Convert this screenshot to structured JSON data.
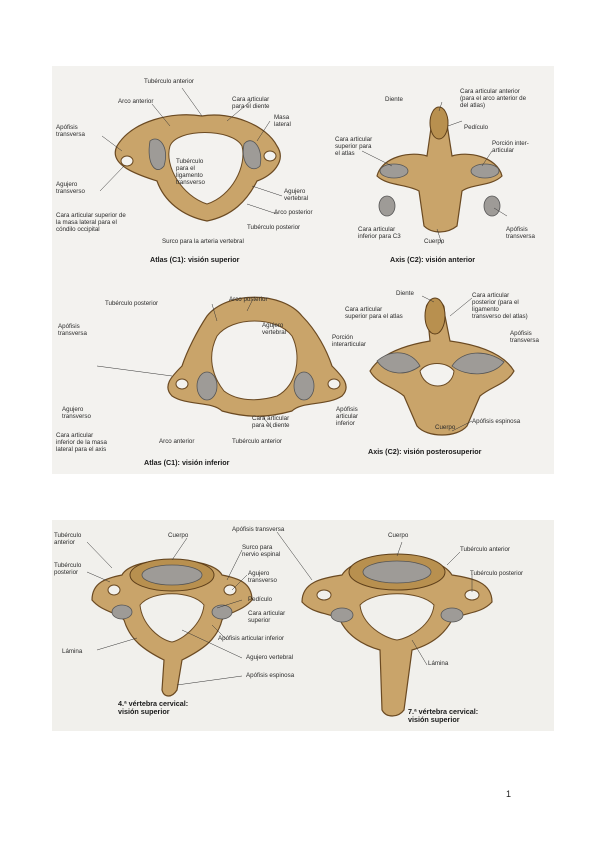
{
  "plate1": {
    "atlas_superior": {
      "caption": "Atlas (C1): visión superior",
      "labels": {
        "tuberculo_anterior": "Tubérculo anterior",
        "arco_anterior": "Arco anterior",
        "cara_articular_diente": "Cara articular\npara el diente",
        "masa_lateral": "Masa\nlateral",
        "apofisis_transversa": "Apófisis\ntransversa",
        "tuberculo_ligamento": "Tubérculo\npara el\nligamento\ntransverso",
        "agujero_transverso": "Agujero\ntransverso",
        "agujero_vertebral": "Agujero\nvertebral",
        "arco_posterior": "Arco posterior",
        "cara_articular_superior": "Cara articular superior de\nla masa lateral para el\ncóndilo occipital",
        "tuberculo_posterior": "Tubérculo posterior",
        "surco_arteria": "Surco para la arteria vertebral"
      }
    },
    "axis_anterior": {
      "caption": "Axis (C2): visión anterior",
      "labels": {
        "diente": "Diente",
        "cara_articular_anterior": "Cara articular anterior\n(para el arco anterior de\ndel atlas)",
        "pediculo": "Pedículo",
        "cara_articular_superior": "Cara articular\nsuperior para\nel atlas",
        "porcion_interarticular": "Porción inter-\narticular",
        "cara_articular_inferior": "Cara articular\ninferior para C3",
        "cuerpo": "Cuerpo",
        "apofisis_transversa": "Apófisis\ntransversa"
      }
    },
    "atlas_inferior": {
      "caption": "Atlas (C1): visión inferior",
      "labels": {
        "tuberculo_posterior": "Tubérculo posterior",
        "arco_posterior": "Arco posterior",
        "apofisis_transversa": "Apófisis\ntransversa",
        "agujero_vertebral": "Agujero\nvertebral",
        "agujero_transverso": "Agujero\ntransverso",
        "cara_articular_diente": "Cara articular\npara el diente",
        "cara_articular_inferior": "Cara articular\ninferior de la masa\nlateral para el axis",
        "arco_anterior": "Arco anterior",
        "tuberculo_anterior": "Tubérculo anterior"
      }
    },
    "axis_posterosuperior": {
      "caption": "Axis (C2): visión posterosuperior",
      "labels": {
        "diente": "Diente",
        "cara_articular_posterior": "Cara articular\nposterior (para el\nligamento\ntransverso del atlas)",
        "cara_articular_superior": "Cara articular\nsuperior para el atlas",
        "porcion_interarticular": "Porción\ninterarticular",
        "apofisis_transversa": "Apófisis\ntransversa",
        "apofisis_articular_inferior": "Apófisis\narticular\ninferior",
        "cuerpo": "Cuerpo",
        "apofisis_espinosa": "Apófisis espinosa"
      }
    }
  },
  "plate2": {
    "c4_caption": "4.ª vértebra cervical:\nvisión superior",
    "c7_caption": "7.ª vértebra cervical:\nvisión superior",
    "labels": {
      "tuberculo_anterior_l": "Tubérculo\nanterior",
      "tuberculo_posterior_l": "Tubérculo\nposterior",
      "cuerpo_l": "Cuerpo",
      "apofisis_transversa": "Apófisis transversa",
      "surco_nervio": "Surco para\nnervio espinal",
      "agujero_transverso": "Agujero\ntransverso",
      "pediculo": "Pedículo",
      "cara_articular_superior": "Cara articular\nsuperior",
      "apofisis_articular_inferior": "Apófisis articular inferior",
      "lamina_l": "Lámina",
      "agujero_vertebral": "Agujero vertebral",
      "apofisis_espinosa": "Apófisis espinosa",
      "cuerpo_r": "Cuerpo",
      "tuberculo_anterior_r": "Tubérculo anterior",
      "tuberculo_posterior_r": "Tubérculo posterior",
      "lamina_r": "Lámina"
    }
  },
  "page_number": "1"
}
